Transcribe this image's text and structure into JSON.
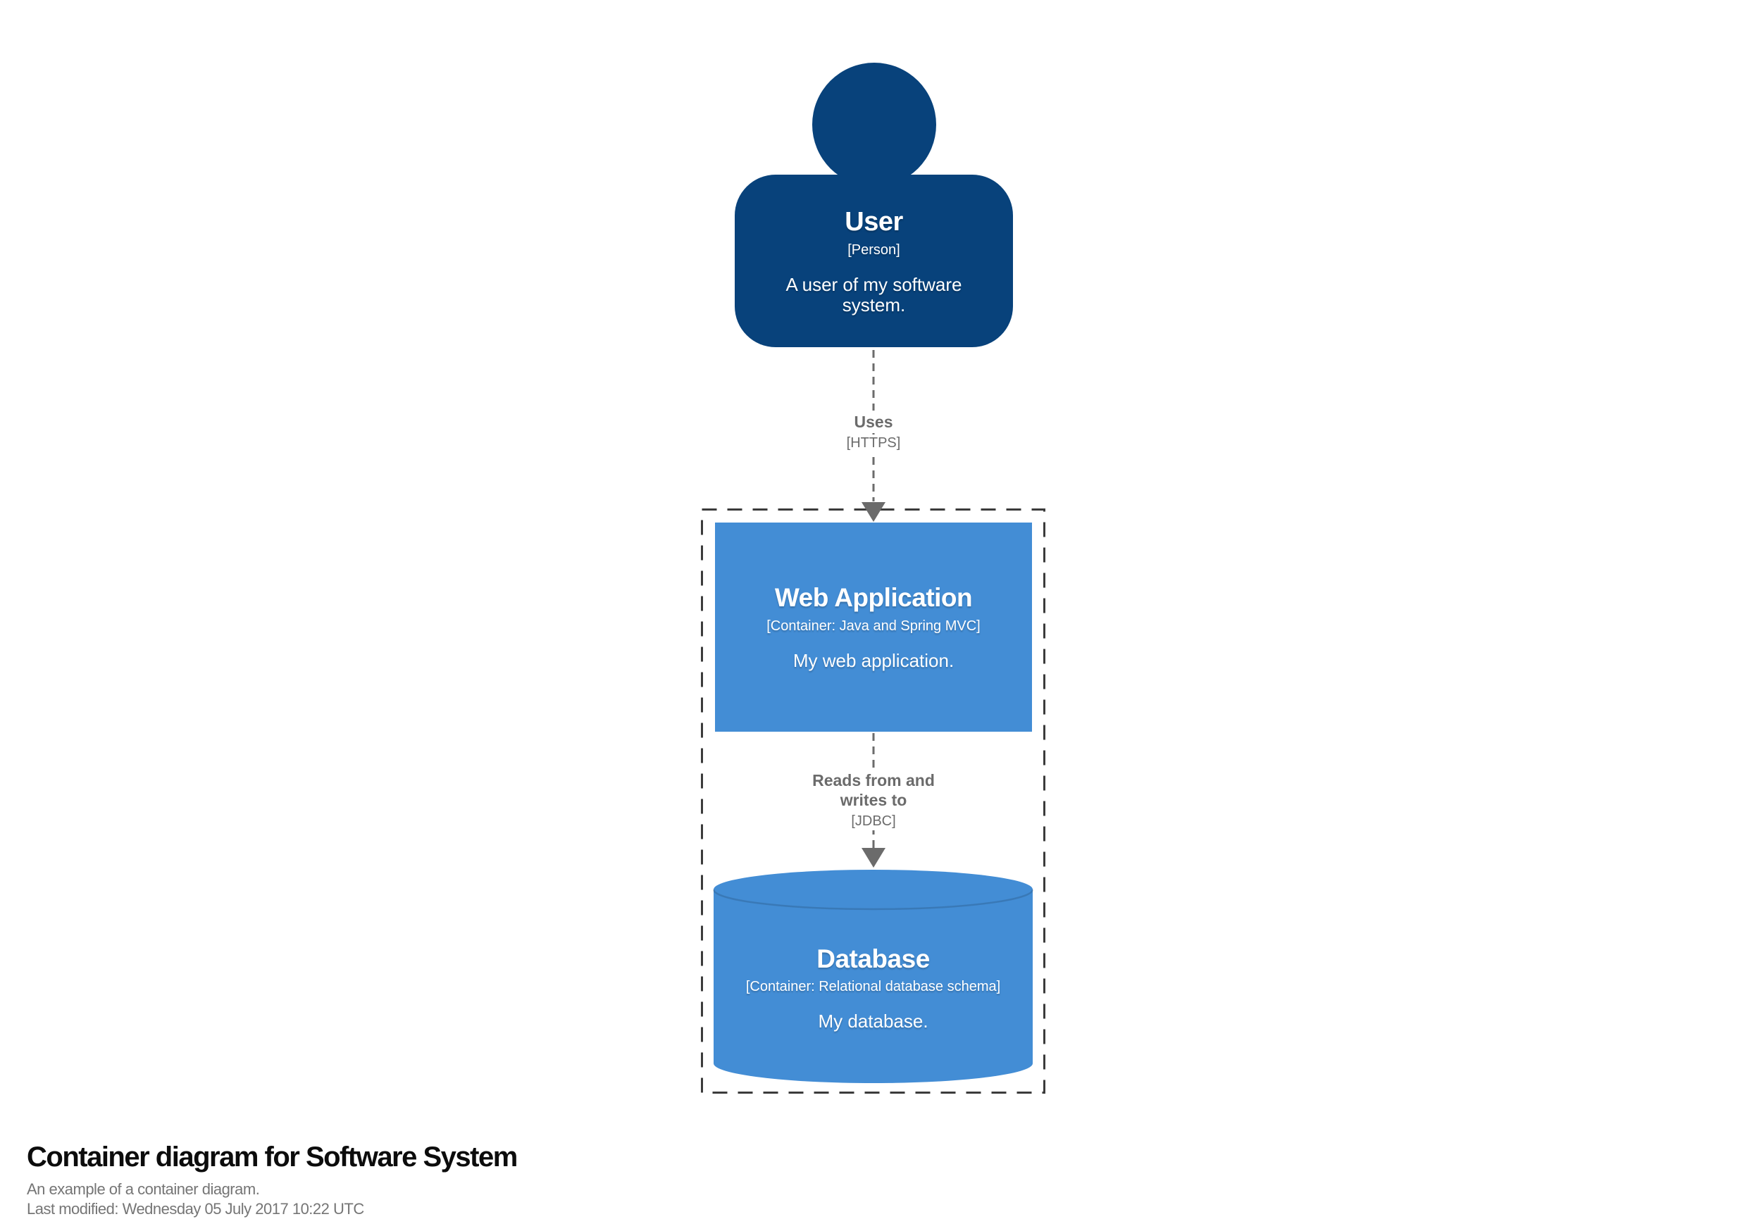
{
  "diagram": {
    "person": {
      "name": "User",
      "type": "[Person]",
      "description": "A user of my software system."
    },
    "relationships": [
      {
        "label": "Uses",
        "technology": "[HTTPS]"
      },
      {
        "label": "Reads from and writes to",
        "technology": "[JDBC]"
      }
    ],
    "containers": [
      {
        "name": "Web Application",
        "type": "[Container: Java and Spring MVC]",
        "description": "My web application."
      },
      {
        "name": "Database",
        "type": "[Container: Relational database schema]",
        "description": "My database."
      }
    ]
  },
  "footer": {
    "title": "Container diagram for Software System",
    "subtitle": "An example of a container diagram.",
    "last_modified": "Last modified: Wednesday 05 July 2017 10:22 UTC"
  },
  "colors": {
    "person_background": "#08427B",
    "container_background": "#438DD5",
    "element_text": "#ffffff",
    "relationship": "#6b6b6b",
    "boundary_border": "#3b3b3b",
    "footer_title": "#0c0c0c",
    "footer_subtitle": "#757575"
  }
}
